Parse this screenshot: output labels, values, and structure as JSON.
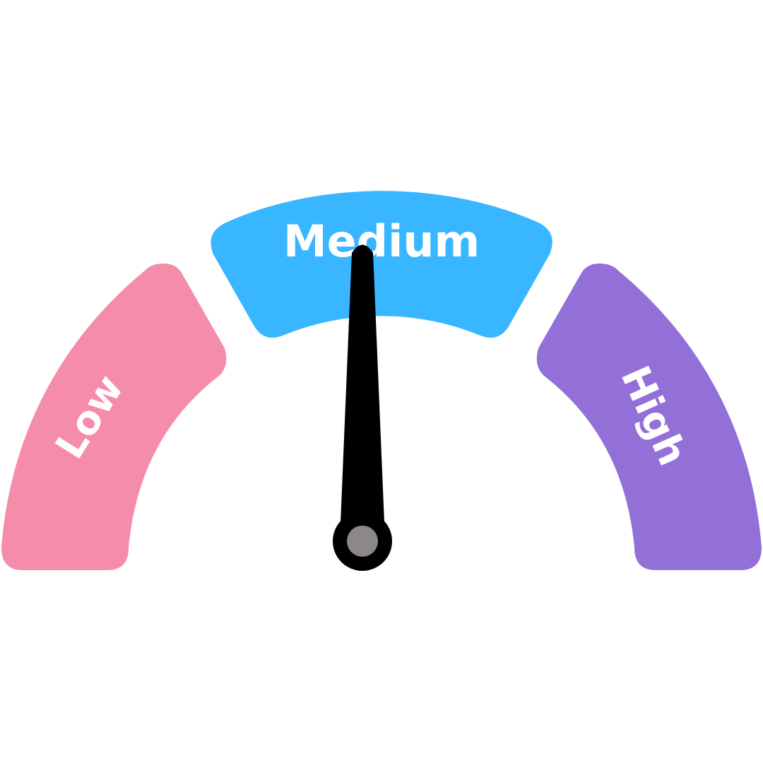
{
  "gauge": {
    "level": 0.5,
    "segments": [
      {
        "label": "Low",
        "color": "#F48CAA"
      },
      {
        "label": "Medium",
        "color": "#38B6FF"
      },
      {
        "label": "High",
        "color": "#9370D8"
      }
    ],
    "needle_color": "#000000",
    "hub_color": "#8C8888"
  }
}
